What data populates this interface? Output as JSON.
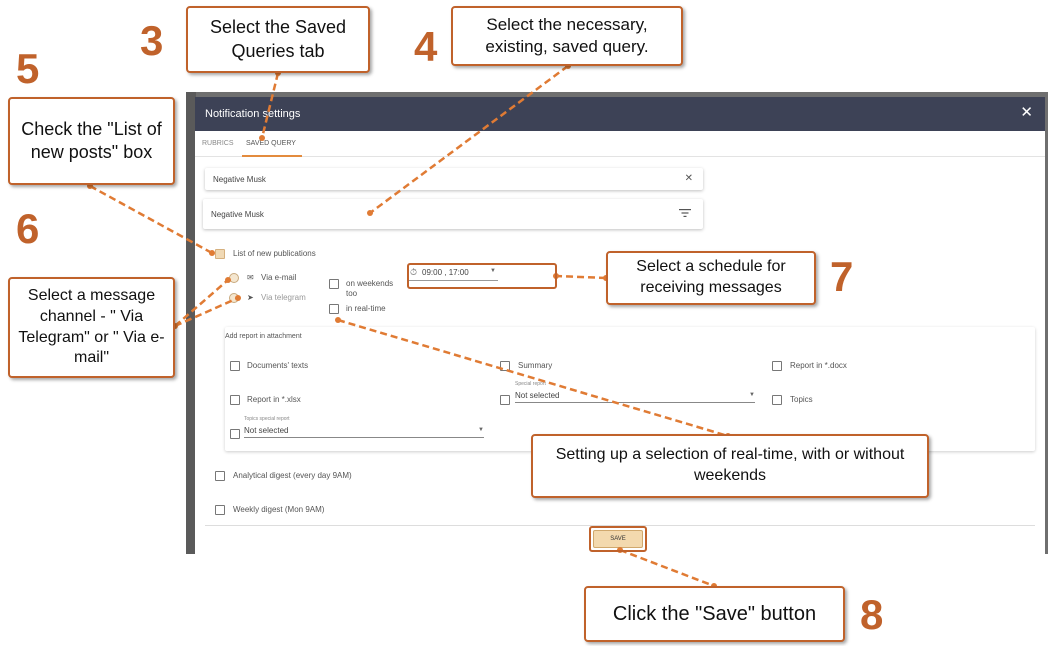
{
  "modal": {
    "title": "Notification settings",
    "close_glyph": "✕",
    "tabs": [
      {
        "label": "RUBRICS",
        "active": false
      },
      {
        "label": "SAVED QUERY",
        "active": true
      }
    ],
    "query_field": {
      "value": "Negative Musk",
      "clear_glyph": "✕"
    },
    "query_select": {
      "value": "Negative Musk",
      "icon": "filter-icon"
    },
    "list_new_publications": {
      "label": "List of new publications",
      "checked": true
    },
    "channels": {
      "email_label": "Via e-mail",
      "telegram_label": "Via telegram"
    },
    "on_weekends": {
      "line1": "on weekends",
      "line2": "too"
    },
    "real_time": {
      "label": "in real-time"
    },
    "schedule": {
      "value": "09:00 , 17:00"
    },
    "report": {
      "title": "Add report in attachment",
      "documents_texts": "Documents' texts",
      "summary": "Summary",
      "report_docx": "Report in *.docx",
      "report_xlsx": "Report in *.xlsx",
      "special_report_label": "Special report",
      "special_report_value": "Not selected",
      "topics": "Topics",
      "topics_special_label": "Topics special report",
      "topics_special_value": "Not selected"
    },
    "analytical_digest": "Analytical digest (every day 9AM)",
    "weekly_digest": "Weekly digest (Mon 9AM)",
    "save_label": "SAVE"
  },
  "annotations": {
    "step3": {
      "number": "3",
      "text": "Select the Saved Queries tab"
    },
    "step4": {
      "number": "4",
      "text": "Select the necessary, existing, saved query."
    },
    "step5": {
      "number": "5",
      "text": "Check the \"List of new posts\" box"
    },
    "step6": {
      "number": "6",
      "text": "Select a message channel - \" Via Telegram\" or \" Via e-mail\""
    },
    "step7": {
      "number": "7",
      "text": "Select a schedule for receiving messages"
    },
    "realtime_note": {
      "text": "Setting up a selection of real-time, with or without weekends"
    },
    "step8": {
      "number": "8",
      "text": "Click the \"Save\" button"
    }
  },
  "colors": {
    "accent": "#c0622b",
    "header": "#3d4256",
    "save_button": "#f3d9ae"
  }
}
